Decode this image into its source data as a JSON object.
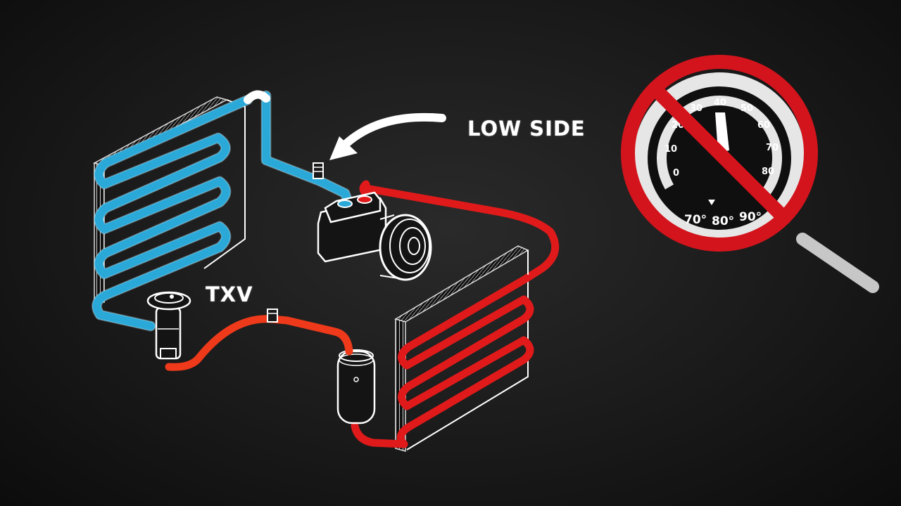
{
  "labels": {
    "low_side": "LOW SIDE",
    "txv": "TXV"
  },
  "gauge": {
    "dial_numbers": [
      "0",
      "10",
      "20",
      "30",
      "40",
      "50",
      "60",
      "70",
      "80"
    ],
    "temperatures": [
      "70°",
      "80°",
      "90°"
    ],
    "crossed_out": true
  },
  "colors": {
    "low_side_line": "#2aa9d8",
    "high_side_line": "#e01a1a",
    "liquid_line": "#ee3a1a",
    "prohibition_sign": "#d3141c",
    "chalk": "#ffffff",
    "board": "#1a1a1a"
  },
  "icons": {
    "arrow": "curved-arrow-left-icon",
    "no_sign": "prohibition-icon",
    "gauge": "pressure-gauge-icon"
  }
}
